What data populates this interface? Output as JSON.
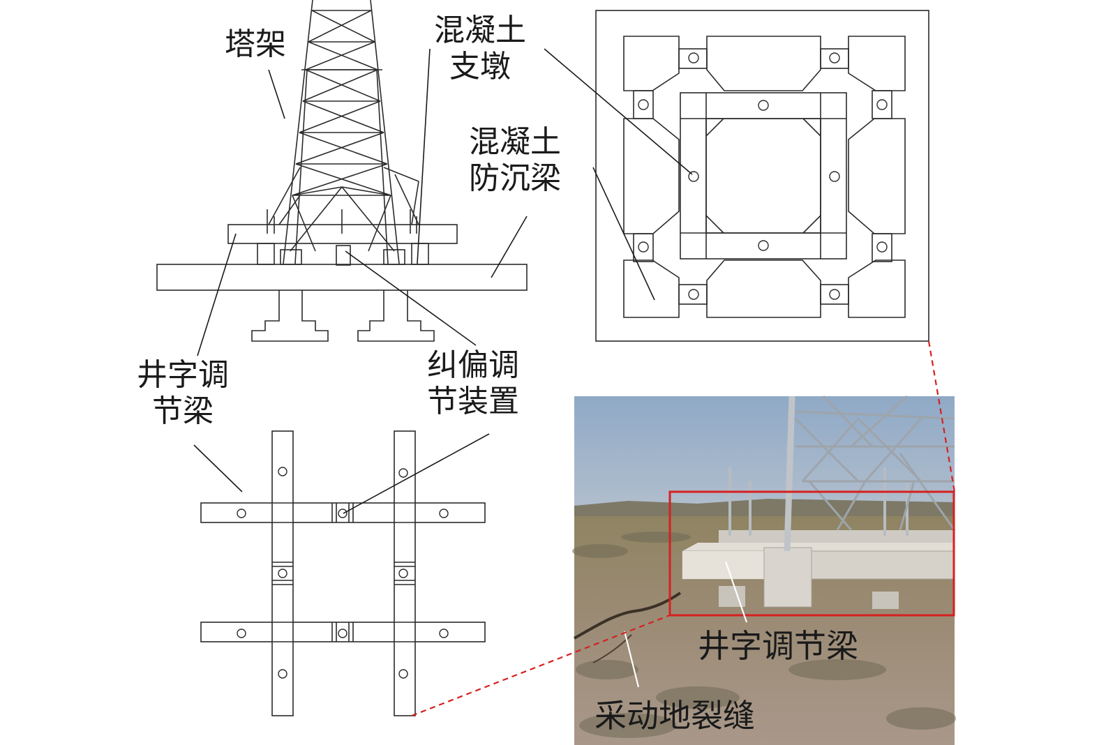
{
  "labels": {
    "tower": "塔架",
    "pier_line1": "混凝土",
    "pier_line2": "支墩",
    "beam_line1": "混凝土",
    "beam_line2": "防沉梁",
    "grid_beam_line1": "井字调",
    "grid_beam_line2": "节梁",
    "rect_line1": "纠偏调",
    "rect_line2": "节装置",
    "photo_grid_beam": "井字调节梁",
    "photo_crack": "采动地裂缝"
  },
  "colors": {
    "line": "#2a2a2a",
    "highlight": "#d62020",
    "dashed": "#d62020"
  }
}
